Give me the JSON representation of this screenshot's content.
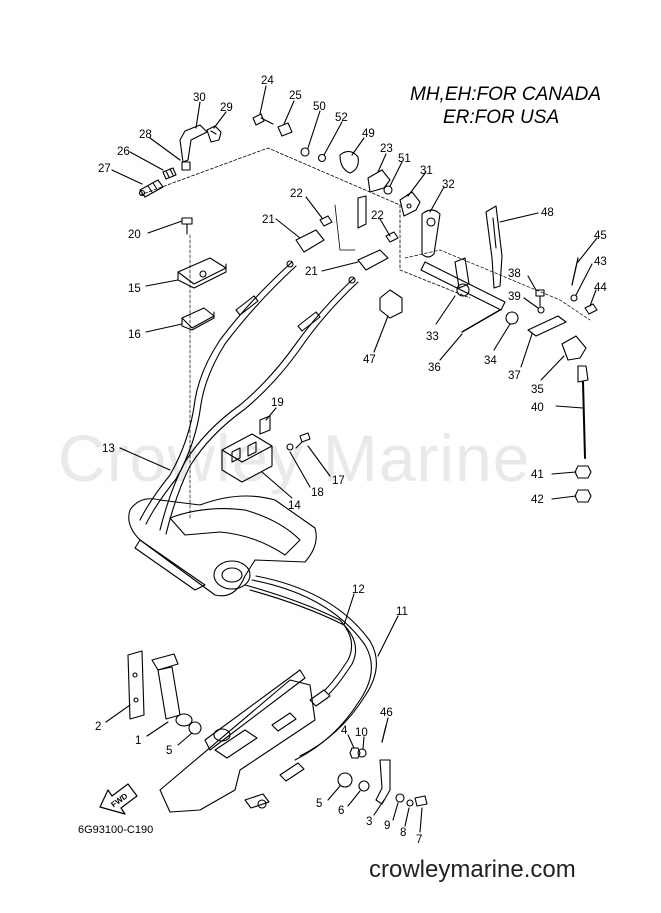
{
  "notes": {
    "line1": "MH,EH:FOR CANADA",
    "line2": "ER:FOR USA"
  },
  "watermark": "Crowley Marine",
  "catalog_code": "6G93100-C190",
  "website": "crowleymarine.com",
  "fwd_label": "FWD",
  "callouts": {
    "c1": "1",
    "c2": "2",
    "c3": "3",
    "c4": "4",
    "c5a": "5",
    "c5b": "5",
    "c6": "6",
    "c7": "7",
    "c8": "8",
    "c9": "9",
    "c10": "10",
    "c11": "11",
    "c12": "12",
    "c13": "13",
    "c14": "14",
    "c15": "15",
    "c16": "16",
    "c17": "17",
    "c18": "18",
    "c19": "19",
    "c20": "20",
    "c21a": "21",
    "c21b": "21",
    "c22a": "22",
    "c22b": "22",
    "c23": "23",
    "c24": "24",
    "c25": "25",
    "c26": "26",
    "c27": "27",
    "c28": "28",
    "c29": "29",
    "c30": "30",
    "c31": "31",
    "c32": "32",
    "c33": "33",
    "c34": "34",
    "c35": "35",
    "c36": "36",
    "c37": "37",
    "c38": "38",
    "c39": "39",
    "c40": "40",
    "c41": "41",
    "c42": "42",
    "c43": "43",
    "c44": "44",
    "c45": "45",
    "c46": "46",
    "c47": "47",
    "c48": "48",
    "c49": "49",
    "c50": "50",
    "c51": "51",
    "c52": "52"
  }
}
